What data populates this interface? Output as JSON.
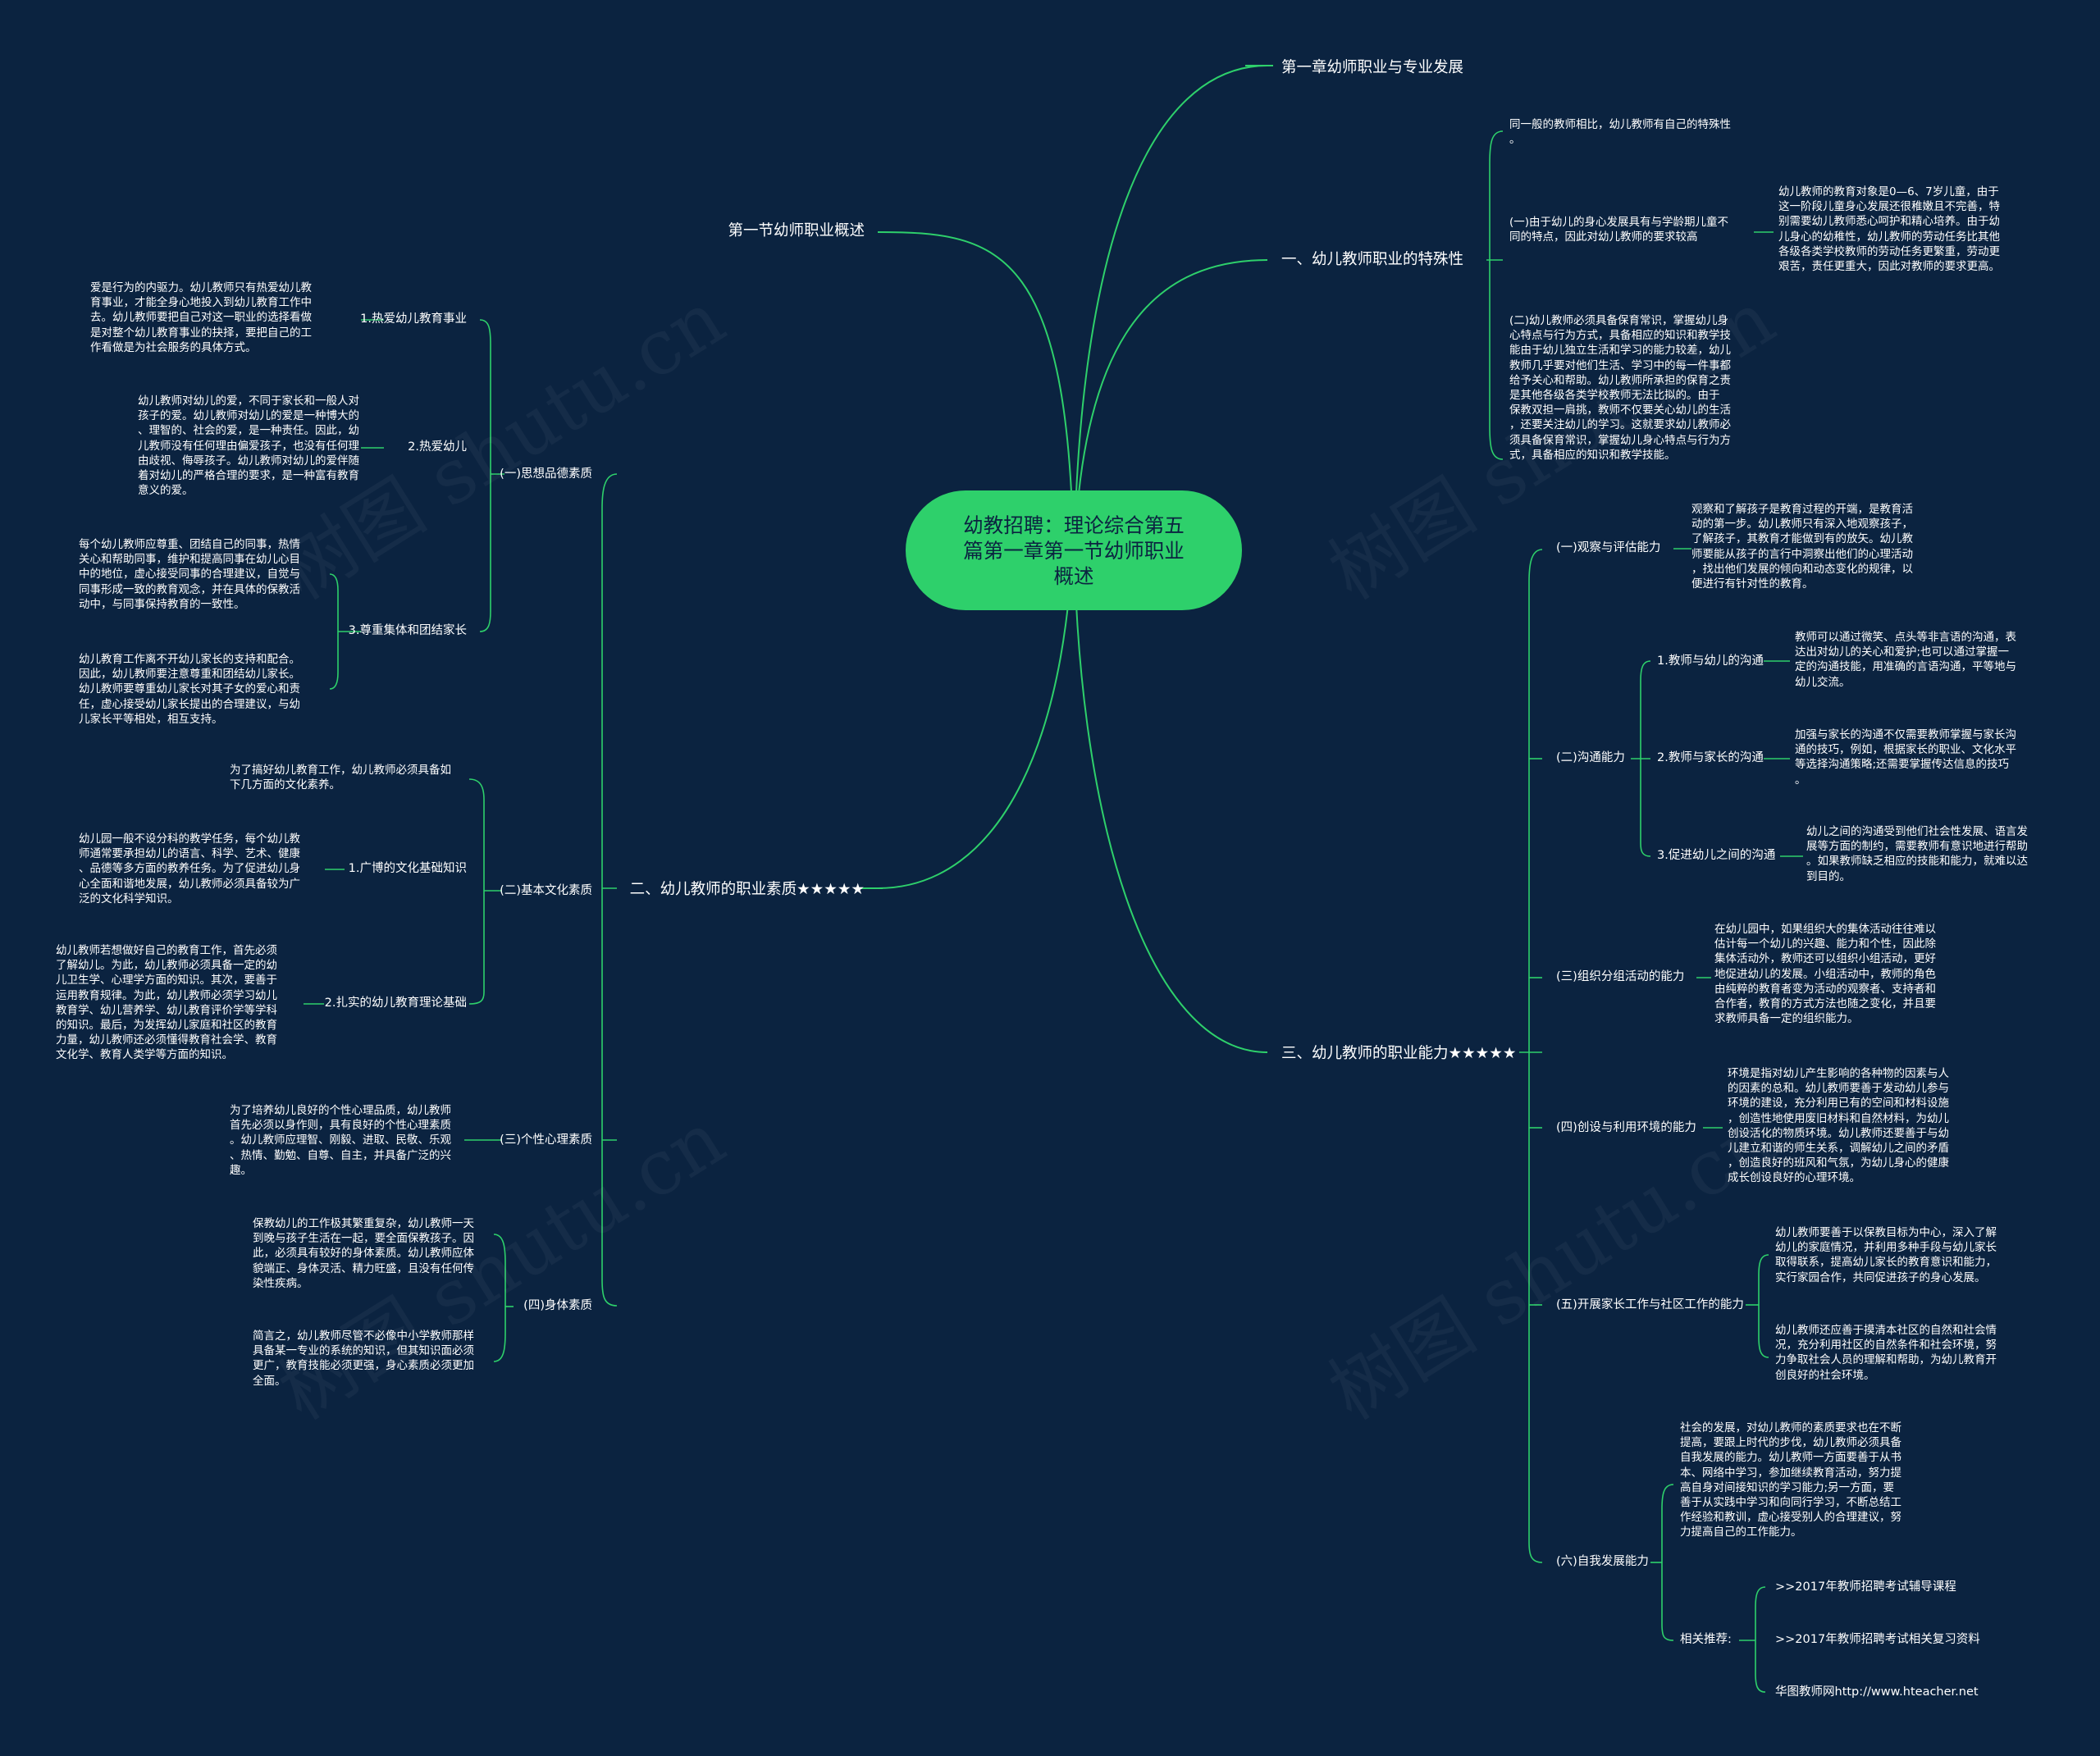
{
  "root": {
    "title": "幼教招聘：理论综合第五\n篇第一章第一节幼师职业\n概述"
  },
  "top_nodes": {
    "chapter": "第一章幼师职业与专业发展",
    "section": "第一节幼师职业概述",
    "special": "一、幼儿教师职业的特殊性",
    "quality": "二、幼儿教师的职业素质★★★★★",
    "ability": "三、幼儿教师的职业能力★★★★★"
  },
  "special": {
    "intro": "同一般的教师相比，幼儿教师有自己的特殊性\n。",
    "item1": "(一)由于幼儿的身心发展具有与学龄期儿童不\n同的特点，因此对幼儿教师的要求较高",
    "item1_detail": "幼儿教师的教育对象是0—6、7岁儿童，由于\n这一阶段儿童身心发展还很稚嫩且不完善，特\n别需要幼儿教师悉心呵护和精心培养。由于幼\n儿身心的幼稚性，幼儿教师的劳动任务比其他\n各级各类学校教师的劳动任务更繁重，劳动更\n艰苦，责任更重大，因此对教师的要求更高。",
    "item2": "(二)幼儿教师必须具备保育常识，掌握幼儿身\n心特点与行为方式，具备相应的知识和教学技\n能由于幼儿独立生活和学习的能力较差，幼儿\n教师几乎要对他们生活、学习中的每一件事都\n给予关心和帮助。幼儿教师所承担的保育之责\n是其他各级各类学校教师无法比拟的。由于\n保教双担一肩挑，教师不仅要关心幼儿的生活\n，还要关注幼儿的学习。这就要求幼儿教师必\n须具备保育常识，掌握幼儿身心特点与行为方\n式，具备相应的知识和教学技能。"
  },
  "quality": {
    "moral": {
      "label": "(一)思想品德素质",
      "sub1": "1.热爱幼儿教育事业",
      "sub1_text": "爱是行为的内驱力。幼儿教师只有热爱幼儿教\n育事业，才能全身心地投入到幼儿教育工作中\n去。幼儿教师要把自己对这一职业的选择看做\n是对整个幼儿教育事业的抉择，要把自己的工\n作看做是为社会服务的具体方式。",
      "sub2": "2.热爱幼儿",
      "sub2_text": "幼儿教师对幼儿的爱，不同于家长和一般人对\n孩子的爱。幼儿教师对幼儿的爱是一种博大的\n、理智的、社会的爱，是一种责任。因此，幼\n儿教师没有任何理由偏爱孩子，也没有任何理\n由歧视、侮辱孩子。幼儿教师对幼儿的爱伴随\n着对幼儿的严格合理的要求，是一种富有教育\n意义的爱。",
      "sub3": "3.尊重集体和团结家长",
      "sub3_text_a": "每个幼儿教师应尊重、团结自己的同事，热情\n关心和帮助同事，维护和提高同事在幼儿心目\n中的地位，虚心接受同事的合理建议，自觉与\n同事形成一致的教育观念，并在具体的保教活\n动中，与同事保持教育的一致性。",
      "sub3_text_b": "幼儿教育工作离不开幼儿家长的支持和配合。\n因此，幼儿教师要注意尊重和团结幼儿家长。\n幼儿教师要尊重幼儿家长对其子女的爱心和责\n任，虚心接受幼儿家长提出的合理建议，与幼\n儿家长平等相处，相互支持。"
    },
    "culture": {
      "label": "(二)基本文化素质",
      "intro": "为了搞好幼儿教育工作，幼儿教师必须具备如\n下几方面的文化素养。",
      "sub1": "1.广博的文化基础知识",
      "sub1_text": "幼儿园一般不设分科的教学任务，每个幼儿教\n师通常要承担幼儿的语言、科学、艺术、健康\n、品德等多方面的教养任务。为了促进幼儿身\n心全面和谐地发展，幼儿教师必须具备较为广\n泛的文化科学知识。",
      "sub2": "2.扎实的幼儿教育理论基础",
      "sub2_text": "幼儿教师若想做好自己的教育工作，首先必须\n了解幼儿。为此，幼儿教师必须具备一定的幼\n儿卫生学、心理学方面的知识。其次，要善于\n运用教育规律。为此，幼儿教师必须学习幼儿\n教育学、幼儿营养学、幼儿教育评价学等学科\n的知识。最后，为发挥幼儿家庭和社区的教育\n力量，幼儿教师还必须懂得教育社会学、教育\n文化学、教育人类学等方面的知识。"
    },
    "personality": {
      "label": "(三)个性心理素质",
      "text": "为了培养幼儿良好的个性心理品质，幼儿教师\n首先必须以身作则，具有良好的个性心理素质\n。幼儿教师应理智、刚毅、进取、民敬、乐观\n、热情、勤勉、自尊、自主，并具备广泛的兴\n趣。"
    },
    "body": {
      "label": "(四)身体素质",
      "text_a": "保教幼儿的工作极其繁重复杂，幼儿教师一天\n到晚与孩子生活在一起，要全面保教孩子。因\n此，必须具有较好的身体素质。幼儿教师应体\n貌端正、身体灵活、精力旺盛，且没有任何传\n染性疾病。",
      "text_b": "简言之，幼儿教师尽管不必像中小学教师那样\n具备某一专业的系统的知识，但其知识面必须\n更广，教育技能必须更强，身心素质必须更加\n全面。"
    }
  },
  "ability": {
    "observe": {
      "label": "(一)观察与评估能力",
      "text": "观察和了解孩子是教育过程的开端，是教育活\n动的第一步。幼儿教师只有深入地观察孩子，\n了解孩子，其教育才能做到有的放矢。幼儿教\n师要能从孩子的言行中洞察出他们的心理活动\n，找出他们发展的倾向和动态变化的规律，以\n便进行有针对性的教育。"
    },
    "communicate": {
      "label": "(二)沟通能力",
      "sub1": "1.教师与幼儿的沟通",
      "sub1_text": "教师可以通过微笑、点头等非言语的沟通，表\n达出对幼儿的关心和爱护;也可以通过掌握一\n定的沟通技能，用准确的言语沟通，平等地与\n幼儿交流。",
      "sub2": "2.教师与家长的沟通",
      "sub2_text": "加强与家长的沟通不仅需要教师掌握与家长沟\n通的技巧，例如，根据家长的职业、文化水平\n等选择沟通策略;还需要掌握传达信息的技巧\n。",
      "sub3": "3.促进幼儿之间的沟通",
      "sub3_text": "幼儿之间的沟通受到他们社会性发展、语言发\n展等方面的制约，需要教师有意识地进行帮助\n。如果教师缺乏相应的技能和能力，就难以达\n到目的。"
    },
    "organize": {
      "label": "(三)组织分组活动的能力",
      "text": "在幼儿园中，如果组织大的集体活动往往难以\n估计每一个幼儿的兴趣、能力和个性，因此除\n集体活动外，教师还可以组织小组活动，更好\n地促进幼儿的发展。小组活动中，教师的角色\n由纯粹的教育者变为活动的观察者、支持者和\n合作者，教育的方式方法也随之变化，并且要\n求教师具备一定的组织能力。"
    },
    "environment": {
      "label": "(四)创设与利用环境的能力",
      "text": "环境是指对幼儿产生影响的各种物的因素与人\n的因素的总和。幼儿教师要善于发动幼儿参与\n环境的建设，充分利用已有的空间和材料设施\n，创造性地使用废旧材料和自然材料，为幼儿\n创设活化的物质环境。幼儿教师还要善于与幼\n儿建立和谐的师生关系，调解幼儿之间的矛盾\n，创造良好的班风和气氛，为幼儿身心的健康\n成长创设良好的心理环境。"
    },
    "family": {
      "label": "(五)开展家长工作与社区工作的能力",
      "text_a": "幼儿教师要善于以保教目标为中心，深入了解\n幼儿的家庭情况，并利用多种手段与幼儿家长\n取得联系，提高幼儿家长的教育意识和能力，\n实行家园合作，共同促进孩子的身心发展。",
      "text_b": "幼儿教师还应善于摸清本社区的自然和社会情\n况，充分利用社区的自然条件和社会环境，努\n力争取社会人员的理解和帮助，为幼儿教育开\n创良好的社会环境。"
    },
    "self": {
      "label": "(六)自我发展能力",
      "text": "社会的发展，对幼儿教师的素质要求也在不断\n提高，要跟上时代的步伐，幼儿教师必须具备\n自我发展的能力。幼儿教师一方面要善于从书\n本、网络中学习，参加继续教育活动，努力提\n高自身对间接知识的学习能力;另一方面，要\n善于从实践中学习和向同行学习，不断总结工\n作经验和教训，虚心接受别人的合理建议，努\n力提高自己的工作能力。",
      "rec_label": "相关推荐:",
      "rec1": ">>2017年教师招聘考试辅导课程",
      "rec2": ">>2017年教师招聘考试相关复习资料",
      "rec3": "华图教师网http://www.hteacher.net"
    }
  },
  "colors": {
    "background": "#0b2340",
    "line": "#2ed06b",
    "root_fill": "#2ed06b",
    "root_text": "#0b2340",
    "text": "#ffffff"
  }
}
